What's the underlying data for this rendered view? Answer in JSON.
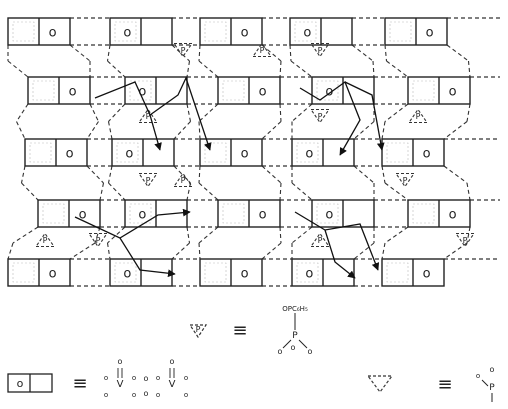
{
  "diagram": {
    "cell_o_label": "O",
    "p_label": "P",
    "legend": {
      "equals": "≡",
      "phosphonate_top_label": "OPC₆H₅",
      "p_label": "P",
      "o_label": "O",
      "v_label": "V"
    }
  }
}
